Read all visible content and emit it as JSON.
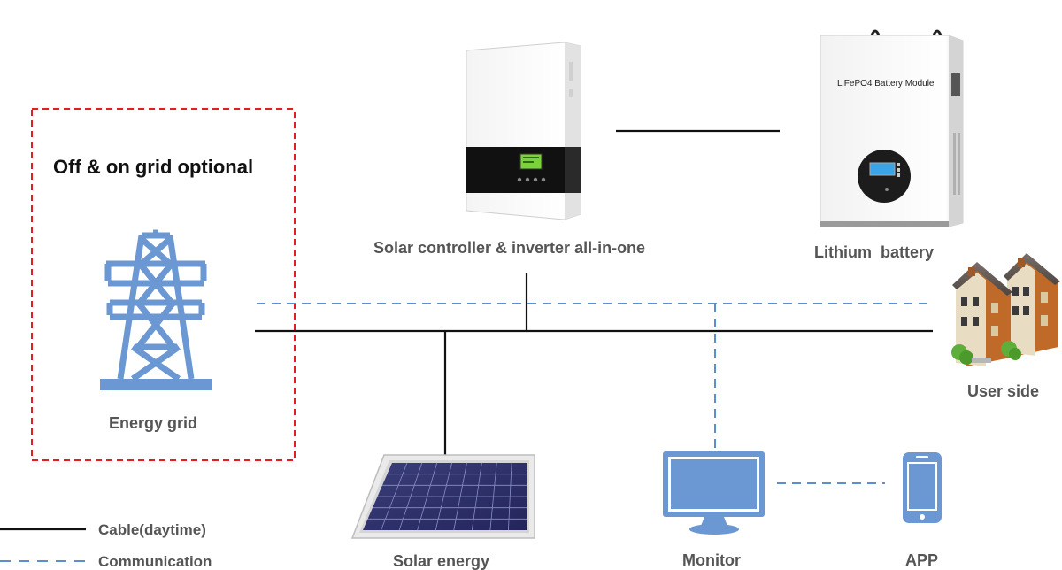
{
  "grid_panel": {
    "title": "Off & on grid optional",
    "caption": "Energy grid",
    "icon": "transmission-tower-icon",
    "border_color": "#e02020"
  },
  "inverter": {
    "caption": "Solar controller & inverter all-in-one",
    "icon": "inverter-icon"
  },
  "battery": {
    "caption": "Lithium  battery",
    "panel_text": "LiFePO4 Battery Module",
    "icon": "battery-module-icon"
  },
  "user_side": {
    "caption": "User side",
    "icon": "houses-icon"
  },
  "solar": {
    "caption": "Solar energy",
    "icon": "solar-panel-icon"
  },
  "monitor": {
    "caption": "Monitor",
    "icon": "monitor-icon"
  },
  "app": {
    "caption": "APP",
    "icon": "smartphone-icon"
  },
  "legend": {
    "cable": "Cable(daytime)",
    "communication": "Communication"
  },
  "colors": {
    "cable": "#111111",
    "communication": "#5b8fd0",
    "icon_blue": "#6b97d2",
    "dashed_border": "#e02020"
  }
}
